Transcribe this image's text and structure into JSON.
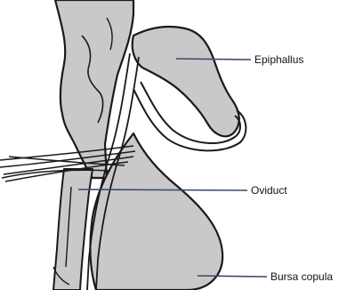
{
  "labels": {
    "epiphallus": "Epiphallus",
    "oviduct": "Oviduct",
    "bursa": "Bursa copula"
  },
  "colors": {
    "organ_fill": "#c9c9c9",
    "outline": "#1a1a1a",
    "pointer_line": "#3a4a6a"
  }
}
